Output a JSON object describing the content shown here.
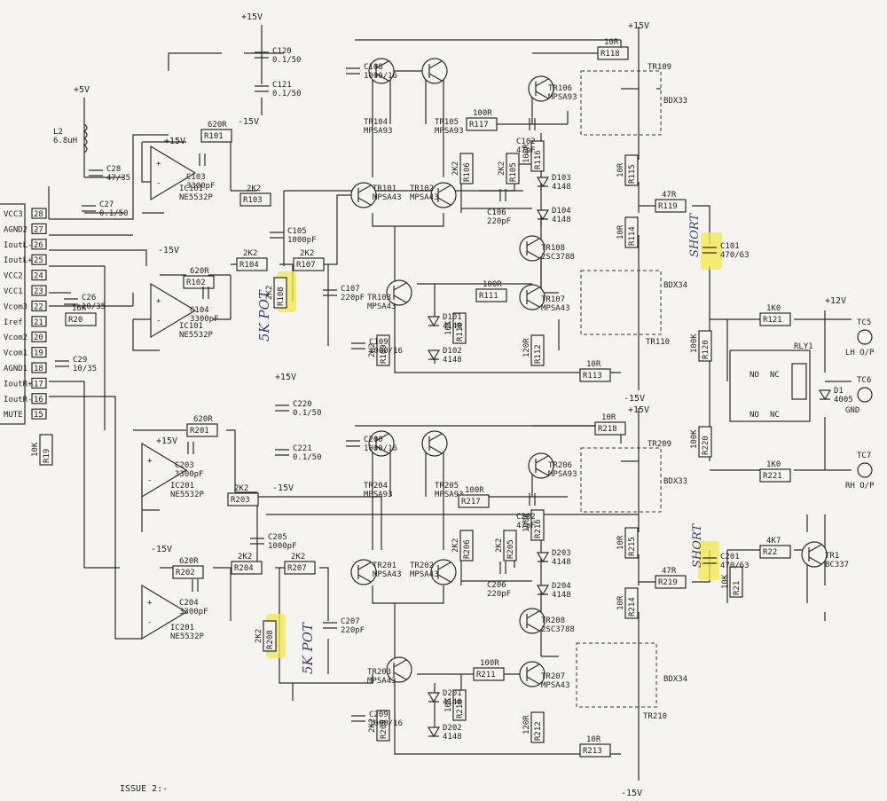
{
  "rails": {
    "plus15": "+15V",
    "minus15": "-15V",
    "plus12": "+12V",
    "plus5": "+5V"
  },
  "connector_pins": [
    {
      "name": "VCC3",
      "num": "28"
    },
    {
      "name": "AGND2",
      "num": "27"
    },
    {
      "name": "IoutL-",
      "num": "26"
    },
    {
      "name": "IoutL+",
      "num": "25"
    },
    {
      "name": "VCC2",
      "num": "24"
    },
    {
      "name": "VCC1",
      "num": "23"
    },
    {
      "name": "Vcom3",
      "num": "22"
    },
    {
      "name": "Iref",
      "num": "21"
    },
    {
      "name": "Vcom2",
      "num": "20"
    },
    {
      "name": "Vcom1",
      "num": "19"
    },
    {
      "name": "AGND1",
      "num": "18"
    },
    {
      "name": "IoutR+",
      "num": "17"
    },
    {
      "name": "IoutR-",
      "num": "16"
    },
    {
      "name": "MUTE",
      "num": "15"
    }
  ],
  "components": {
    "L2": {
      "ref": "L2",
      "val": "6.8uH"
    },
    "C28": {
      "ref": "C28",
      "val": "47/35"
    },
    "C27": {
      "ref": "C27",
      "val": "0.1/50"
    },
    "C26": {
      "ref": "C26",
      "val": "10/35"
    },
    "R20": {
      "ref": "R20",
      "val": "16K"
    },
    "C29": {
      "ref": "C29",
      "val": "10/35"
    },
    "R19": {
      "ref": "R19",
      "val": "10K"
    },
    "C120": {
      "ref": "C120",
      "val": "0.1/50"
    },
    "C121": {
      "ref": "C121",
      "val": "0.1/50"
    },
    "C220": {
      "ref": "C220",
      "val": "0.1/50"
    },
    "C221": {
      "ref": "C221",
      "val": "0.1/50"
    },
    "R101": {
      "ref": "R101",
      "val": "620R"
    },
    "C103": {
      "ref": "C103",
      "val": "3300pF"
    },
    "IC101a": {
      "ref": "IC101",
      "val": "NE5532P"
    },
    "R103": {
      "ref": "R103",
      "val": "2K2"
    },
    "C105": {
      "ref": "C105",
      "val": "1000pF"
    },
    "R102": {
      "ref": "R102",
      "val": "620R"
    },
    "C104": {
      "ref": "C104",
      "val": "3300pF"
    },
    "IC101b": {
      "ref": "IC101",
      "val": "NE5532P"
    },
    "R104": {
      "ref": "R104",
      "val": "2K2"
    },
    "R107": {
      "ref": "R107",
      "val": "2K2"
    },
    "R108": {
      "ref": "R108",
      "val": "2K2"
    },
    "C107": {
      "ref": "C107",
      "val": "220pF"
    },
    "C108": {
      "ref": "C108",
      "val": "1000/16"
    },
    "TR104": {
      "ref": "TR104",
      "val": "MPSA93"
    },
    "TR105": {
      "ref": "TR105",
      "val": "MPSA93"
    },
    "TR101": {
      "ref": "TR101",
      "val": "MPSA43"
    },
    "TR102": {
      "ref": "TR102",
      "val": "MPSA43"
    },
    "R106": {
      "ref": "R106",
      "val": "2K2"
    },
    "R105": {
      "ref": "R105",
      "val": "2K2"
    },
    "C106": {
      "ref": "C106",
      "val": "220pF"
    },
    "TR103": {
      "ref": "TR103",
      "val": "MPSA43"
    },
    "D101": {
      "ref": "D101",
      "val": "4148"
    },
    "D102": {
      "ref": "D102",
      "val": "4148"
    },
    "R109": {
      "ref": "R109",
      "val": "2K2"
    },
    "R110": {
      "ref": "R110",
      "val": "10K"
    },
    "R111": {
      "ref": "R111",
      "val": "100R"
    },
    "C109": {
      "ref": "C109",
      "val": "1000/16"
    },
    "R118": {
      "ref": "R118",
      "val": "10R"
    },
    "R117": {
      "ref": "R117",
      "val": "100R"
    },
    "C102": {
      "ref": "C102",
      "val": "47pF"
    },
    "TR106": {
      "ref": "TR106",
      "val": "MPSA93"
    },
    "R116": {
      "ref": "R116",
      "val": "100R"
    },
    "D103": {
      "ref": "D103",
      "val": "4148"
    },
    "D104": {
      "ref": "D104",
      "val": "4148"
    },
    "TR108": {
      "ref": "TR108",
      "val": "2SC3788"
    },
    "TR107": {
      "ref": "TR107",
      "val": "MPSA43"
    },
    "R112": {
      "ref": "R112",
      "val": "120R"
    },
    "R113": {
      "ref": "R113",
      "val": "10R"
    },
    "TR109": {
      "ref": "TR109",
      "val": "BDX33"
    },
    "TR110": {
      "ref": "TR110",
      "val": "BDX34"
    },
    "R115": {
      "ref": "R115",
      "val": "10R"
    },
    "R114": {
      "ref": "R114",
      "val": "10R"
    },
    "R119": {
      "ref": "R119",
      "val": "47R"
    },
    "C101": {
      "ref": "C101",
      "val": "470/63"
    },
    "R201": {
      "ref": "R201",
      "val": "620R"
    },
    "C203": {
      "ref": "C203",
      "val": "3300pF"
    },
    "IC201a": {
      "ref": "IC201",
      "val": "NE5532P"
    },
    "R203": {
      "ref": "R203",
      "val": "2K2"
    },
    "C205": {
      "ref": "C205",
      "val": "1000pF"
    },
    "R202": {
      "ref": "R202",
      "val": "620R"
    },
    "C204": {
      "ref": "C204",
      "val": "3300pF"
    },
    "IC201b": {
      "ref": "IC201",
      "val": "NE5532P"
    },
    "R204": {
      "ref": "R204",
      "val": "2K2"
    },
    "R207": {
      "ref": "R207",
      "val": "2K2"
    },
    "R208": {
      "ref": "R208",
      "val": "2K2"
    },
    "C207": {
      "ref": "C207",
      "val": "220pF"
    },
    "C200": {
      "ref": "C200",
      "val": "1000/16"
    },
    "TR204": {
      "ref": "TR204",
      "val": "MPSA93"
    },
    "TR205": {
      "ref": "TR205",
      "val": "MPSA93"
    },
    "TR201": {
      "ref": "TR201",
      "val": "MPSA43"
    },
    "TR202": {
      "ref": "TR202",
      "val": "MPSA43"
    },
    "R206": {
      "ref": "R206",
      "val": "2K2"
    },
    "R205": {
      "ref": "R205",
      "val": "2K2"
    },
    "C206": {
      "ref": "C206",
      "val": "220pF"
    },
    "TR203": {
      "ref": "TR203",
      "val": "MPSA43"
    },
    "D201": {
      "ref": "D201",
      "val": "4148"
    },
    "D202": {
      "ref": "D202",
      "val": "4148"
    },
    "R209": {
      "ref": "R209",
      "val": "2K2"
    },
    "R210": {
      "ref": "R210",
      "val": "10K"
    },
    "R211": {
      "ref": "R211",
      "val": "100R"
    },
    "C209": {
      "ref": "C209",
      "val": "1000/16"
    },
    "R218": {
      "ref": "R218",
      "val": "10R"
    },
    "R217": {
      "ref": "R217",
      "val": "100R"
    },
    "C202": {
      "ref": "C202",
      "val": "47pF"
    },
    "TR206": {
      "ref": "TR206",
      "val": "MPSA93"
    },
    "R216": {
      "ref": "R216",
      "val": "100R"
    },
    "D203": {
      "ref": "D203",
      "val": "4148"
    },
    "D204": {
      "ref": "D204",
      "val": "4148"
    },
    "TR208": {
      "ref": "TR208",
      "val": "2SC3788"
    },
    "TR207": {
      "ref": "TR207",
      "val": "MPSA43"
    },
    "R212": {
      "ref": "R212",
      "val": "120R"
    },
    "R213": {
      "ref": "R213",
      "val": "10R"
    },
    "TR209": {
      "ref": "TR209",
      "val": "BDX33"
    },
    "TR210": {
      "ref": "TR210",
      "val": "BDX34"
    },
    "R215": {
      "ref": "R215",
      "val": "10R"
    },
    "R214": {
      "ref": "R214",
      "val": "10R"
    },
    "R219": {
      "ref": "R219",
      "val": "47R"
    },
    "C201": {
      "ref": "C201",
      "val": "470/63"
    },
    "R120": {
      "ref": "R120",
      "val": "100K"
    },
    "R220": {
      "ref": "R220",
      "val": "100K"
    },
    "R121": {
      "ref": "R121",
      "val": "1K0"
    },
    "R221": {
      "ref": "R221",
      "val": "1K0"
    },
    "RLY1": {
      "ref": "RLY1",
      "val": ""
    },
    "D1": {
      "ref": "D1",
      "val": "4005"
    },
    "R22": {
      "ref": "R22",
      "val": "4K7"
    },
    "R21": {
      "ref": "R21",
      "val": "10K"
    },
    "TR1": {
      "ref": "TR1",
      "val": "BC337"
    }
  },
  "relay_contacts": {
    "no": "NO",
    "nc": "NC"
  },
  "outputs": [
    {
      "ref": "TC5",
      "label": "LH O/P"
    },
    {
      "ref": "TC6",
      "label": "GND"
    },
    {
      "ref": "TC7",
      "label": "RH O/P"
    }
  ],
  "annotations": {
    "short_top": "SHORT",
    "short_bottom": "SHORT",
    "pot_top": "5K POT",
    "pot_bottom": "5K POT"
  },
  "footer": {
    "issue": "ISSUE 2:-"
  }
}
